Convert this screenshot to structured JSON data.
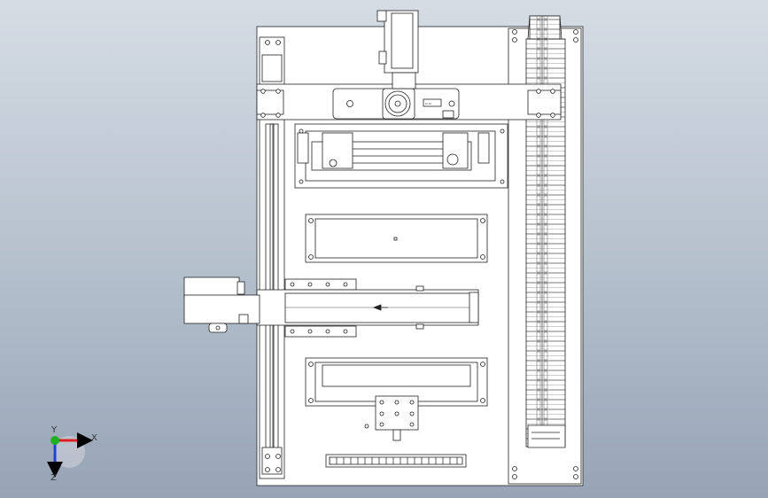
{
  "viewport": {
    "background_top": "#d5dce4",
    "background_bottom": "#97a4b6",
    "part_fill": "#ffffff",
    "line_color": "#222222"
  },
  "triad": {
    "x_label": "X",
    "y_label": "Y",
    "z_label": "Z",
    "x_color": "#e02020",
    "y_color": "#20b020",
    "z_color": "#2040d0"
  },
  "drag_chain": {
    "link_icon": "chain-link-icon"
  },
  "motor": {
    "icon": "round-motor-icon"
  },
  "belt_module": {
    "arrow_icon": "left-arrow-icon"
  }
}
